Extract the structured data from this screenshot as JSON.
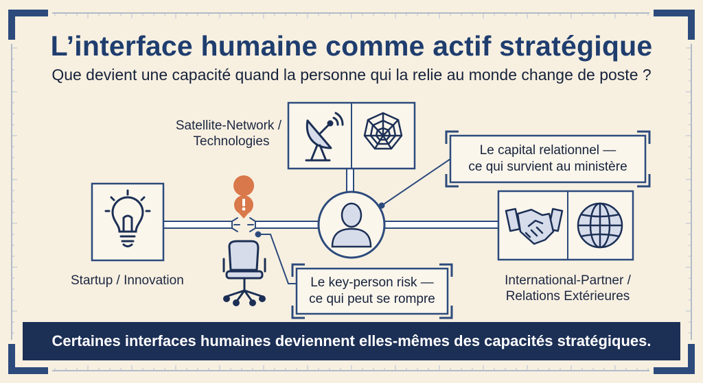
{
  "header": {
    "title": "L’interface humaine comme actif stratégique",
    "subtitle": "Que devient une capacité quand la personne qui la relie au monde change de poste ?"
  },
  "nodes": {
    "startup": {
      "label": "Startup / Innovation",
      "icon": "lightbulb-icon"
    },
    "satellite": {
      "label_line1": "Satellite-Network /",
      "label_line2": "Technologies",
      "icons": [
        "satellite-dish-icon",
        "network-web-icon"
      ]
    },
    "international": {
      "label_line1": "International-Partner /",
      "label_line2": "Relations Extérieures",
      "icons": [
        "handshake-icon",
        "globe-icon"
      ]
    },
    "person": {
      "icon": "person-icon"
    },
    "chair": {
      "icon": "office-chair-icon"
    },
    "alert": {
      "icon": "warning-icon",
      "glyph": "!"
    }
  },
  "callouts": {
    "capital": {
      "line1": "Le capital relationnel —",
      "line2": "ce qui survient au ministère"
    },
    "risk": {
      "line1": "Le key-person risk —",
      "line2": "ce qui peut se rompre"
    }
  },
  "footer": {
    "banner": "Certaines interfaces humaines deviennent elles-mêmes des capacités stratégiques."
  },
  "colors": {
    "navy": "#1c2f55",
    "line": "#2c4a7c",
    "background": "#f7f0e1",
    "alert": "#d9784a",
    "person_fill": "#d6dcea"
  }
}
